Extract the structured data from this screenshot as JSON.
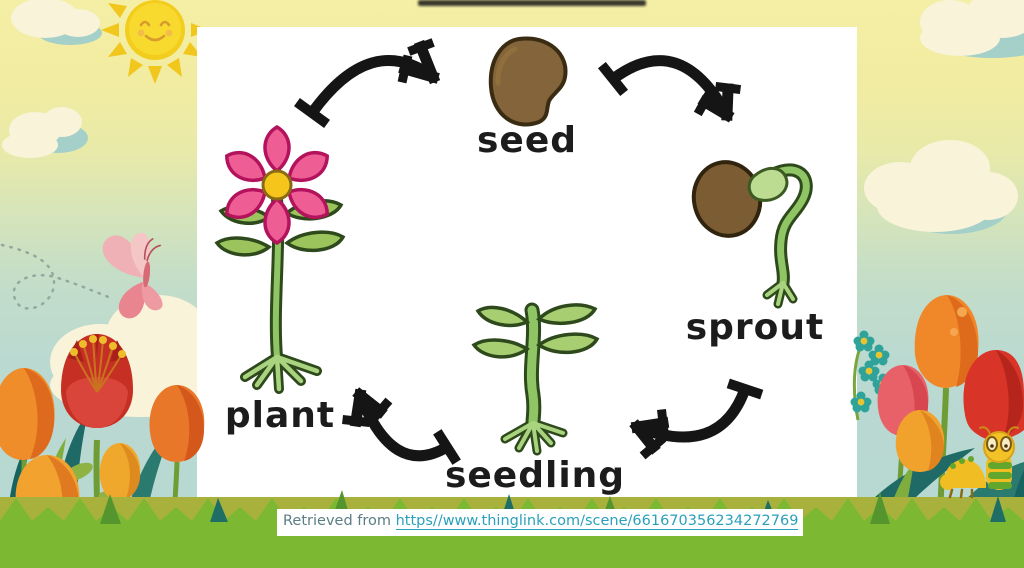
{
  "cycle": {
    "stages": [
      {
        "id": "seed",
        "label": "seed"
      },
      {
        "id": "sprout",
        "label": "sprout"
      },
      {
        "id": "seedling",
        "label": "seedling"
      },
      {
        "id": "plant",
        "label": "plant"
      }
    ],
    "order": [
      "seed",
      "sprout",
      "seedling",
      "plant"
    ]
  },
  "citation": {
    "prefix": "Retrieved from ",
    "url_text": "https//www.thinglink.com/scene/661670356234272769"
  },
  "icons": [
    "smiling-sun-icon",
    "cloud-icon",
    "butterfly-icon",
    "dotted-flight-path",
    "seed-icon",
    "sprout-icon",
    "seedling-icon",
    "flower-plant-icon",
    "cycle-arrow-icon",
    "tulip-icon",
    "poppy-icon",
    "caterpillar-icon",
    "grass"
  ],
  "colors": {
    "card_bg": "#ffffff",
    "arrow": "#151515",
    "label_text": "#1c1c1c",
    "citation_text": "#5b7d84",
    "citation_link": "#2aa0bb",
    "sky_top": "#f5efa6",
    "sky_bottom": "#b7d7d3",
    "grass_olive": "#a8b13c",
    "grass_green": "#7cb831",
    "seed_brown": "#84643a",
    "leaf_green": "#9cc45c",
    "stem_light": "#8fc062",
    "stem_outline": "#2e4a1c",
    "petal_pink": "#ee5e94",
    "flower_center": "#f6c51c",
    "tulip_orange": "#ef8d2b",
    "tulip_red": "#d93428",
    "teal_leaf": "#1f6a66",
    "caterpillar_yellow": "#f0bd22"
  }
}
